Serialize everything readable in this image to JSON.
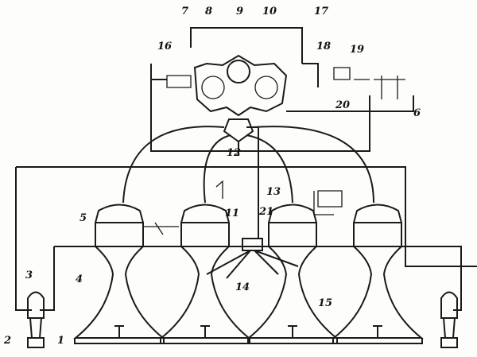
{
  "diagram": {
    "type": "rocket engine pneumohydraulic schematic",
    "labels": {
      "l1": "1",
      "l2": "2",
      "l3": "3",
      "l4": "4",
      "l5": "5",
      "l6": "6",
      "l7": "7",
      "l8": "8",
      "l9": "9",
      "l10": "10",
      "l11": "11",
      "l12": "12",
      "l13": "13",
      "l14": "14",
      "l15": "15",
      "l16": "16",
      "l17": "17",
      "l18": "18",
      "l19": "19",
      "l20": "20",
      "l21": "21"
    },
    "colors": {
      "line": "#1a1a1a",
      "background": "#fdfdfb"
    }
  }
}
